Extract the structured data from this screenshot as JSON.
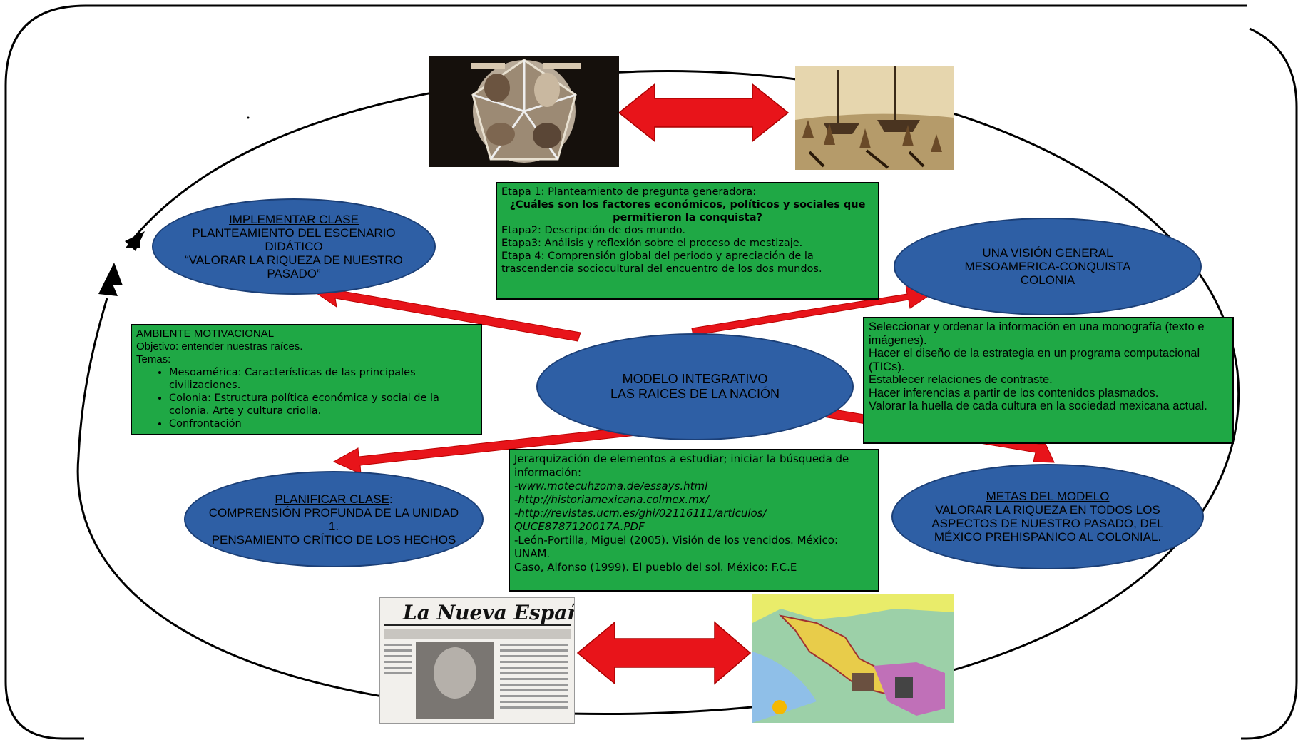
{
  "center": {
    "line1": "MODELO INTEGRATIVO",
    "line2": "LAS RAICES DE LA NACIÓN"
  },
  "implementar": {
    "title": "IMPLEMENTAR CLASE",
    "line1": "PLANTEAMIENTO DEL ESCENARIO DIDÁTICO",
    "line2": "“VALORAR LA RIQUEZA DE NUESTRO PASADO”"
  },
  "vision": {
    "title": "UNA VISIÓN GENERAL",
    "line1": "MESOAMERICA-CONQUISTA",
    "line2": "COLONIA"
  },
  "planificar": {
    "title": "PLANIFICAR CLASE",
    "title_suffix": ":",
    "line1": "COMPRENSIÓN PROFUNDA DE LA UNIDAD 1.",
    "line2": "PENSAMIENTO CRÍTICO DE LOS HECHOS"
  },
  "metas": {
    "title": "METAS DEL MODELO",
    "line1": "VALORAR LA RIQUEZA EN TODOS LOS ASPECTOS DE NUESTRO PASADO, DEL MÉXICO PREHISPANICO AL COLONIAL."
  },
  "etapas": {
    "e1": "Etapa 1: Planteamiento de pregunta generadora:",
    "question": "¿Cuáles son los factores económicos, políticos y sociales que permitieron la conquista?",
    "e2": "Etapa2: Descripción de dos mundo.",
    "e3": "Etapa3: Análisis y reflexión sobre el proceso de mestizaje.",
    "e4": "Etapa 4: Comprensión global del periodo y apreciación de la trascendencia sociocultural del encuentro de los dos mundos."
  },
  "ambiente": {
    "title": "AMBIENTE MOTIVACIONAL",
    "objetivo": "Objetivo: entender nuestras raíces.",
    "temas": "Temas:",
    "bullets": [
      "Mesoamérica: Características de las principales civilizaciones.",
      "Colonia: Estructura política económica y social de la colonia. Arte y cultura criolla.",
      "Confrontación"
    ]
  },
  "seleccionar": {
    "l1": "Seleccionar y ordenar la información en una monografía (texto e imágenes).",
    "l2": "Hacer el diseño de la estrategia en un programa computacional (TICs).",
    "l3": "Establecer relaciones de contraste.",
    "l4": "Hacer inferencias a partir de los contenidos plasmados.",
    "l5": "Valorar la huella de cada cultura en la sociedad mexicana actual."
  },
  "jerarquizacion": {
    "l1": " Jerarquización de elementos a estudiar; iniciar la búsqueda de información:",
    "l2": "-www.motecuhzoma.de/essays.html",
    "l3": "-http://historiamexicana.colmex.mx/",
    "l4": "-http://revistas.ucm.es/ghi/02116111/articulos/ QUCE8787120017A.PDF",
    "l5": "-León-Portilla, Miguel (2005). Visión de los vencidos. México: UNAM.",
    "l6": "Caso, Alfonso (1999). El pueblo del sol. México: F.C.E"
  },
  "newspaper": {
    "title": "La Nueva España"
  },
  "colors": {
    "node_fill": "#2e5fa5",
    "box_fill": "#1fa845",
    "arrow": "#e8141a"
  }
}
